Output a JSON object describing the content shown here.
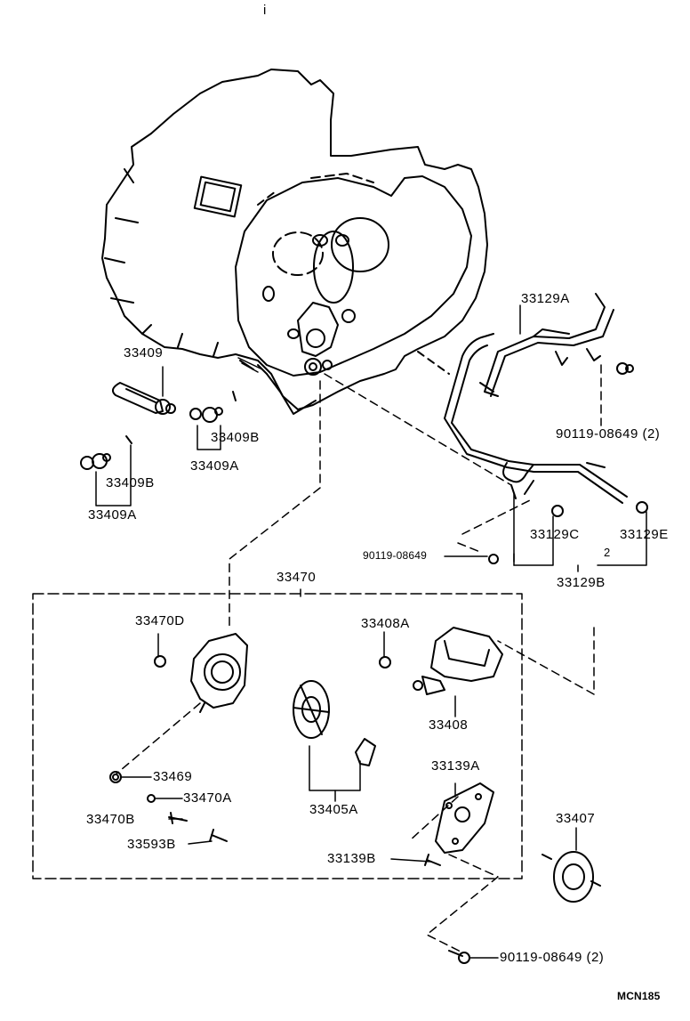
{
  "labels": {
    "p33409": "33409",
    "p33409B_a": "33409B",
    "p33409A_a": "33409A",
    "p33409B_b": "33409B",
    "p33409A_b": "33409A",
    "p33129A": "33129A",
    "p90119_08649_2_top": "90119-08649 (2)",
    "p90119_08649_mid": "90119-08649",
    "p33129C": "33129C",
    "p33129E": "33129E",
    "p33129B": "33129B",
    "p33470": "33470",
    "p33470D": "33470D",
    "p33408A": "33408A",
    "p33408": "33408",
    "p33469": "33469",
    "p33470A": "33470A",
    "p33470B": "33470B",
    "p33593B": "33593B",
    "p33405A": "33405A",
    "p33139A": "33139A",
    "p33139B": "33139B",
    "p33407": "33407",
    "p90119_08649_2_bot": "90119-08649 (2)",
    "p_small_2": "2",
    "p_i": "i"
  },
  "footer": {
    "code": "MCN185"
  }
}
